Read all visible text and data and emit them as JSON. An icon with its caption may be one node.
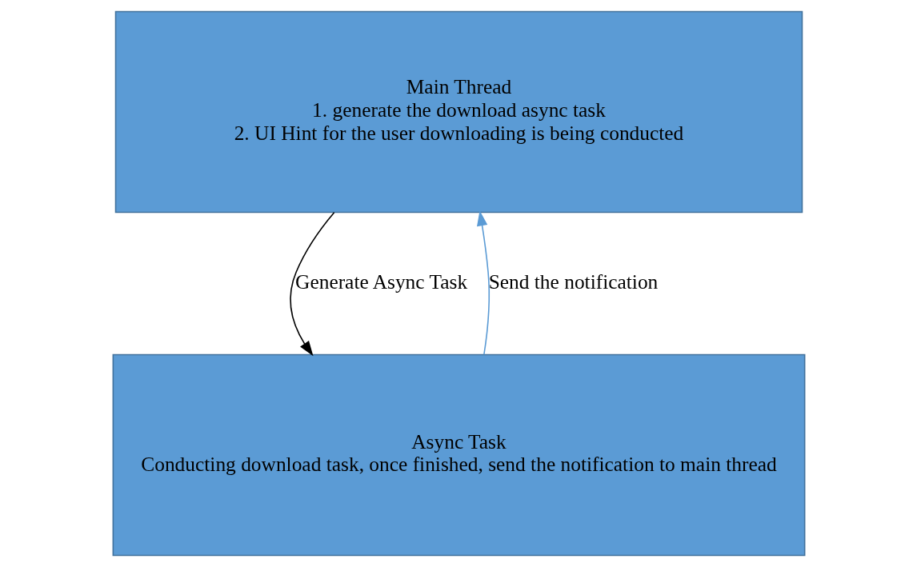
{
  "diagram": {
    "nodes": [
      {
        "text": [
          "Main Thread",
          "1. generate the download async task",
          "2. UI Hint for the user downloading is being conducted"
        ]
      },
      {
        "text": [
          "Async Task",
          "Conducting download task, once finished, send the notification to main thread"
        ]
      }
    ],
    "edges": [
      {
        "from": 0,
        "to": 1,
        "arrow": "to",
        "label": "Generate Async Task"
      },
      {
        "from": 1,
        "to": 0,
        "arrow": "to",
        "label": "Send the notification",
        "color": "#5b9bd5"
      }
    ]
  }
}
